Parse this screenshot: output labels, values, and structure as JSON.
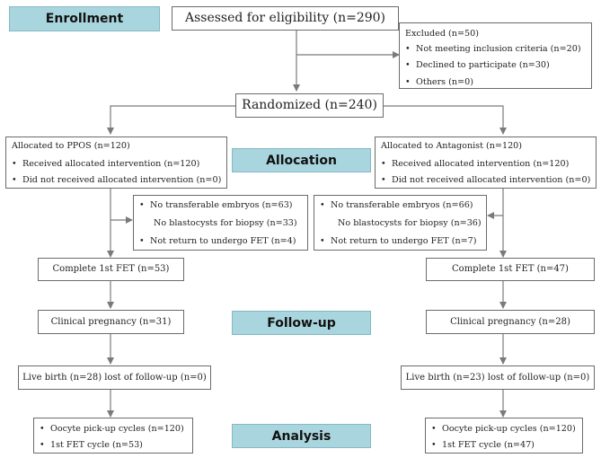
{
  "stages": {
    "enrollment": "Enrollment",
    "allocation": "Allocation",
    "follow_up": "Follow-up",
    "analysis": "Analysis"
  },
  "assessed": "Assessed for eligibility (n=290)",
  "excluded": {
    "title": "Excluded (n=50)",
    "items": [
      "Not meeting inclusion criteria (n=20)",
      "Declined to participate (n=30)",
      "Others (n=0)"
    ]
  },
  "randomized": "Randomized (n=240)",
  "ppos": {
    "allocated": "Allocated to PPOS (n=120)",
    "items": [
      "Received allocated intervention (n=120)",
      "Did not received allocated intervention (n=0)"
    ],
    "lost": {
      "items": [
        "No transferable embryos (n=63)",
        "Not return to undergo FET (n=4)"
      ],
      "sub": "No blastocysts for biopsy (n=33)"
    },
    "fet": "Complete 1st FET (n=53)",
    "pregnancy": "Clinical pregnancy (n=31)",
    "birth": "Live birth (n=28) lost of follow-up (n=0)",
    "analysis": [
      "Oocyte pick-up cycles (n=120)",
      "1st FET cycle (n=53)"
    ]
  },
  "antagonist": {
    "allocated": "Allocated to Antagonist (n=120)",
    "items": [
      "Received allocated intervention (n=120)",
      "Did not received allocated intervention (n=0)"
    ],
    "lost": {
      "items": [
        "No transferable embryos (n=66)",
        "Not return to undergo FET (n=7)"
      ],
      "sub": "No blastocysts for biopsy (n=36)"
    },
    "fet": "Complete 1st FET (n=47)",
    "pregnancy": "Clinical pregnancy (n=28)",
    "birth": "Live birth (n=23) lost of follow-up (n=0)",
    "analysis": [
      "Oocyte pick-up cycles (n=120)",
      "1st FET cycle (n=47)"
    ]
  },
  "bullet": "•"
}
